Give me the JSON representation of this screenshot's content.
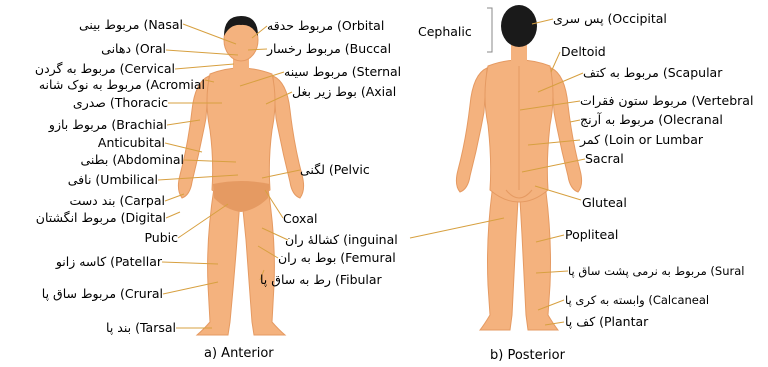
{
  "captions": {
    "anterior": "a) Anterior",
    "posterior": "b) Posterior"
  },
  "anterior_left": [
    "مربوط بینی (Nasal",
    "دهانی (Oral",
    "مربوط به گردن (Cervical",
    "مربوط به نوک شانه (Acromial",
    "صدری (Thoracic",
    "مربوط بازو (Brachial",
    "Anticubital",
    "بطنی (Abdominal",
    "نافی (Umbilical",
    "بند دست (Carpal",
    "مربوط انگشتان (Digital",
    "Pubic",
    "کاسه زانو (Patellar",
    "مربوط ساق پا (Crural",
    "بند پا (Tarsal"
  ],
  "anterior_right": [
    "مربوط حدقه (Orbital",
    "مربوط رخسار (Buccal",
    "مربوط سینه (Sternal",
    "بوط زیر بغل (Axial",
    "لگنی (Pelvic",
    "Coxal",
    "کشالهٔ ران (inguinal",
    "بوط به ران (Femural",
    "رط به ساق پا (Fibular"
  ],
  "posterior_left": [
    "Cephalic"
  ],
  "posterior_right": [
    "پس سری (Occipital",
    "Deltoid",
    "مربوط به کتف (Scapular",
    "مربوط ستون فقرات (Vertebral",
    "مربوط به آرنج (Olecranal",
    "کمر (Loin or Lumbar",
    "Sacral",
    "Gluteal",
    "Popliteal",
    "مربوط به نرمی پشت ساق پا (Sural",
    "وابسته به کری پا (Calcaneal",
    "کف پا (Plantar"
  ],
  "colors": {
    "skin": "#f4b27e",
    "skin_shade": "#e59a62",
    "hair": "#1a1a1a",
    "line": "#d7a040"
  }
}
